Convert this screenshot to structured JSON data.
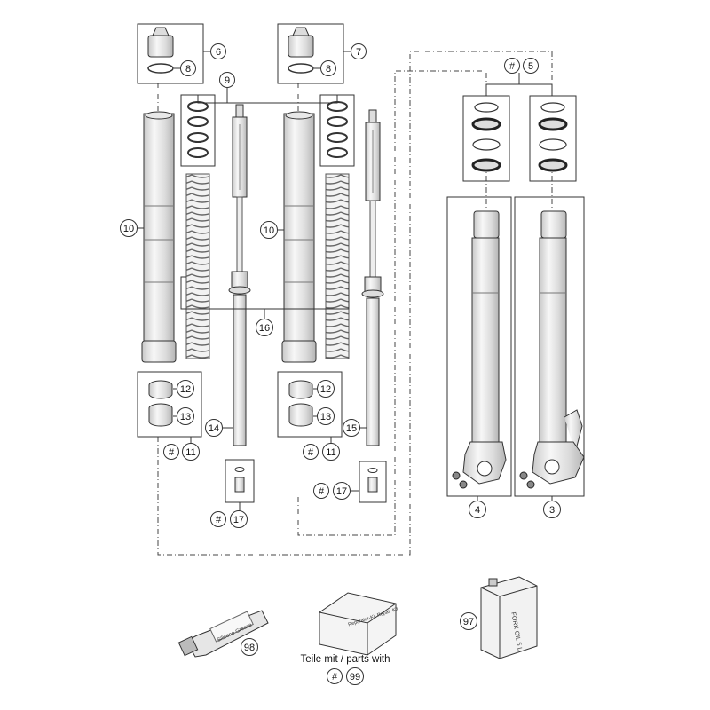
{
  "callouts": {
    "c6": "6",
    "c7": "7",
    "c8a": "8",
    "c8b": "8",
    "c9": "9",
    "c5": "5",
    "c5h": "#",
    "c10a": "10",
    "c10b": "10",
    "c16": "16",
    "c12a": "12",
    "c12b": "12",
    "c13a": "13",
    "c13b": "13",
    "c11a": "11",
    "c11ah": "#",
    "c11b": "11",
    "c11bh": "#",
    "c14": "14",
    "c15": "15",
    "c17a": "17",
    "c17ah": "#",
    "c17b": "17",
    "c17bh": "#",
    "c4": "4",
    "c3": "3",
    "c97": "97",
    "c98": "98",
    "c99": "99",
    "c99h": "#"
  },
  "kit_caption": "Teile mit / parts with",
  "labels": {
    "kit_box": "Reparatur-Kit Repair-Kit",
    "oil_can": "FORK OIL 5 L",
    "grease_tube": "Silicone Grease"
  },
  "colors": {
    "line": "#333333",
    "metal_light": "#f0f0f0",
    "metal_dark": "#c8c8c8",
    "accent": "#111111"
  }
}
